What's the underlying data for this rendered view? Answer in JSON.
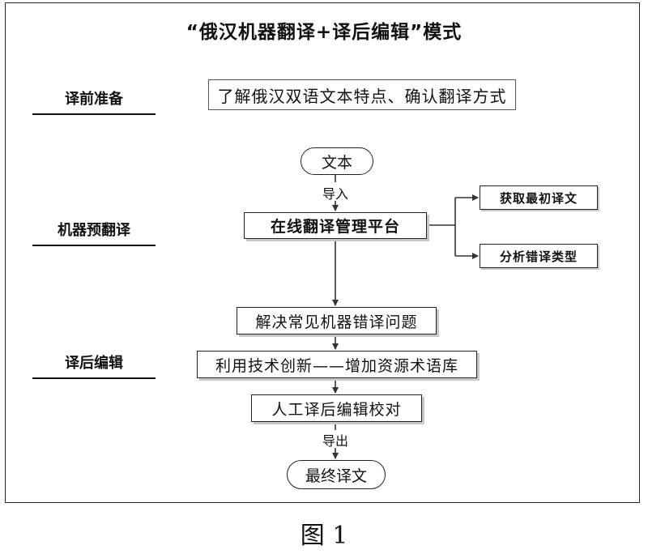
{
  "title": "“俄汉机器翻译+译后编辑”模式",
  "stages": {
    "pre": "译前准备",
    "machine": "机器预翻译",
    "post": "译后编辑"
  },
  "nodes": {
    "prep": "了解俄汉双语文本特点、确认翻译方式",
    "start": "文本",
    "platform": "在线翻译管理平台",
    "initial": "获取最初译文",
    "analyze": "分析错译类型",
    "solve": "解决常见机器错译问题",
    "innovate": "利用技术创新——增加资源术语库",
    "proofread": "人工译后编辑校对",
    "end": "最终译文"
  },
  "edge_labels": {
    "import": "导入",
    "export": "导出"
  },
  "caption": "图 1"
}
